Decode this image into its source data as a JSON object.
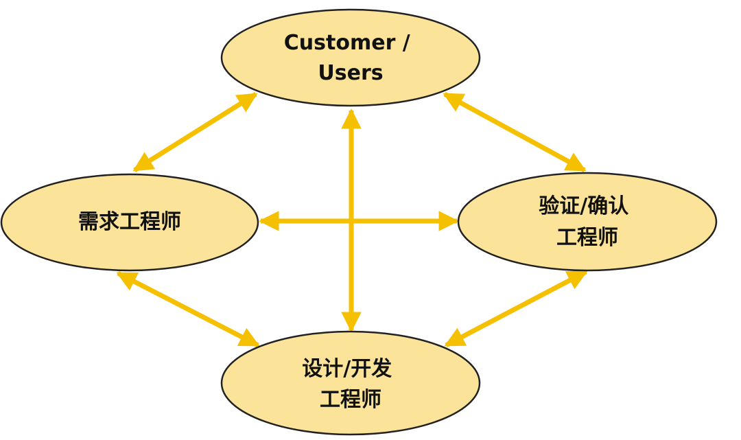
{
  "colors": {
    "node_fill": "#fbe49a",
    "node_stroke": "#222222",
    "arrow": "#f5c000",
    "background": "#ffffff"
  },
  "nodes": {
    "customer": {
      "lines": [
        "Customer /",
        "Users"
      ]
    },
    "requirements": {
      "lines": [
        "需求工程师"
      ]
    },
    "verification": {
      "lines": [
        "验证/确认",
        "工程师"
      ]
    },
    "design": {
      "lines": [
        "设计/开发",
        "工程师"
      ]
    }
  },
  "edges": [
    {
      "from": "customer",
      "to": "requirements",
      "direction": "both"
    },
    {
      "from": "customer",
      "to": "verification",
      "direction": "both"
    },
    {
      "from": "customer",
      "to": "design",
      "direction": "both"
    },
    {
      "from": "requirements",
      "to": "verification",
      "direction": "both"
    },
    {
      "from": "requirements",
      "to": "design",
      "direction": "both"
    },
    {
      "from": "verification",
      "to": "design",
      "direction": "both"
    }
  ]
}
